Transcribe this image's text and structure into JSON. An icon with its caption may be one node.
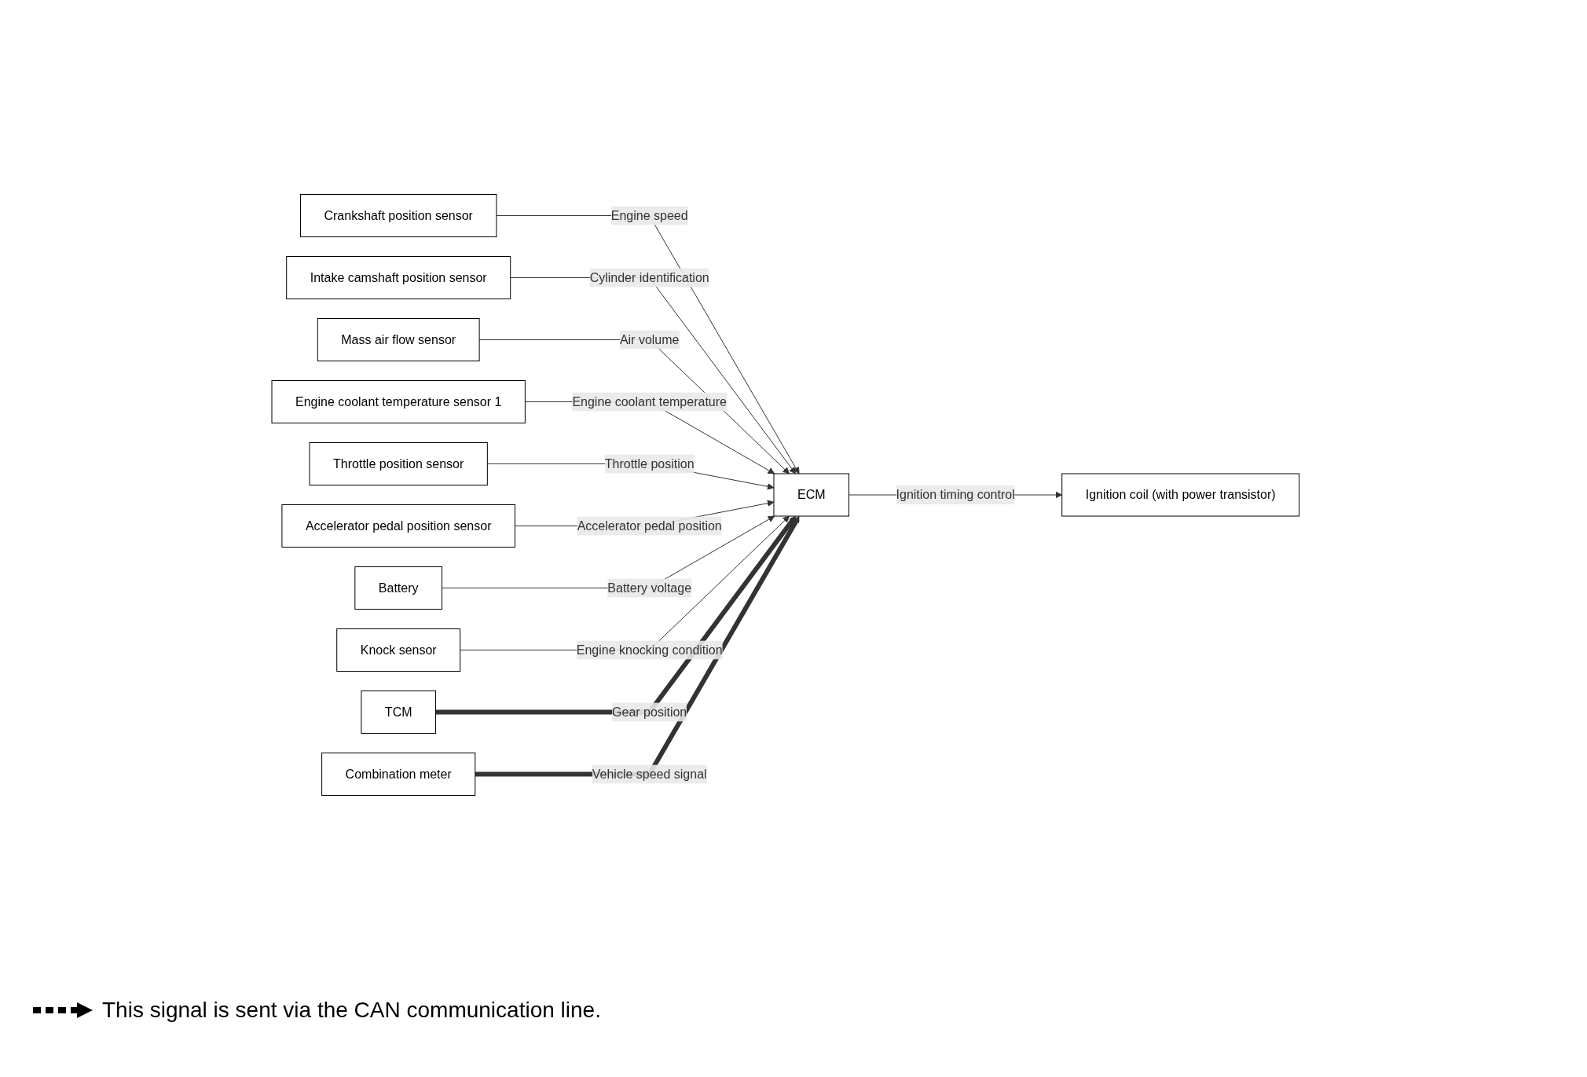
{
  "diagram": {
    "nodes": [
      {
        "text": [
          "Crankshaft position sensor"
        ]
      },
      {
        "text": [
          "Intake camshaft position sensor"
        ]
      },
      {
        "text": [
          "Mass air flow sensor"
        ]
      },
      {
        "text": [
          "Engine coolant temperature sensor 1"
        ]
      },
      {
        "text": [
          "Throttle position sensor"
        ]
      },
      {
        "text": [
          "Accelerator pedal position sensor"
        ]
      },
      {
        "text": [
          "Battery"
        ]
      },
      {
        "text": [
          "Knock sensor"
        ]
      },
      {
        "text": [
          "TCM"
        ]
      },
      {
        "text": [
          "Combination meter"
        ]
      },
      {
        "text": [
          "ECM"
        ]
      },
      {
        "text": [
          "Ignition coil (with power transistor)"
        ]
      }
    ],
    "edges": [
      {
        "from": 0,
        "to": 10,
        "arrow": "to",
        "label": "Engine speed"
      },
      {
        "from": 1,
        "to": 10,
        "arrow": "to",
        "label": "Cylinder identification"
      },
      {
        "from": 2,
        "to": 10,
        "arrow": "to",
        "label": "Air volume"
      },
      {
        "from": 3,
        "to": 10,
        "arrow": "to",
        "label": "Engine coolant temperature"
      },
      {
        "from": 4,
        "to": 10,
        "arrow": "to",
        "label": "Throttle position"
      },
      {
        "from": 5,
        "to": 10,
        "arrow": "to",
        "label": "Accelerator pedal position"
      },
      {
        "from": 6,
        "to": 10,
        "arrow": "to",
        "label": "Battery voltage"
      },
      {
        "from": 7,
        "to": 10,
        "arrow": "to",
        "label": "Engine knocking condition"
      },
      {
        "from": 8,
        "to": 10,
        "arrow": "to",
        "label": "Gear position",
        "style": "thick"
      },
      {
        "from": 9,
        "to": 10,
        "arrow": "to",
        "label": "Vehicle speed signal",
        "style": "thick"
      },
      {
        "from": 10,
        "to": 11,
        "arrow": "to",
        "label": "Ignition timing control"
      }
    ],
    "legend": [
      {
        "text": "This signal is sent via the CAN communication line."
      }
    ]
  }
}
